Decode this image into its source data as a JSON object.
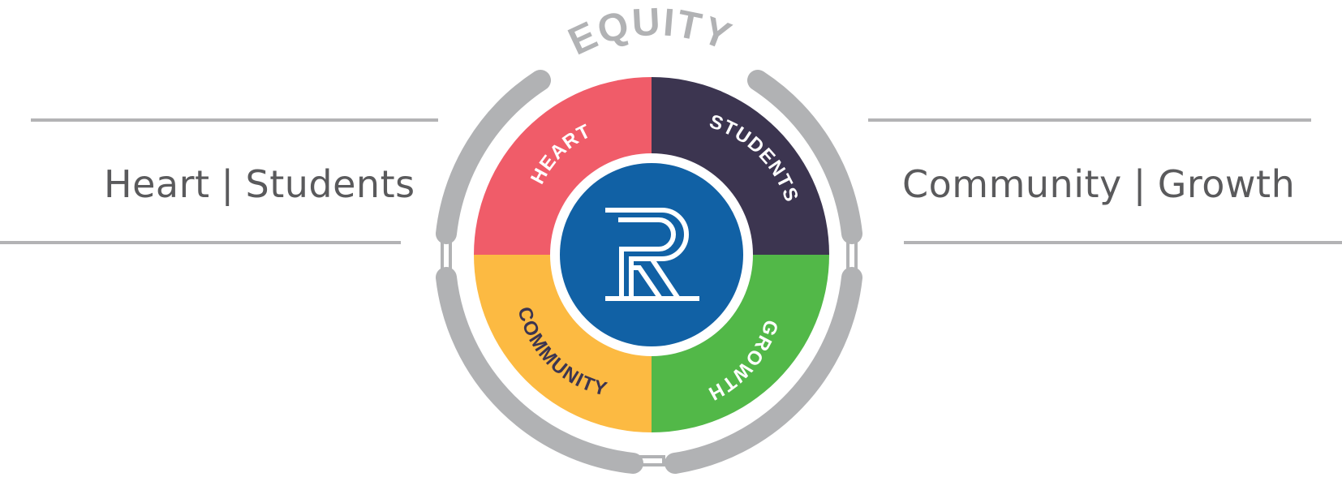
{
  "left_caption": {
    "first": "Heart",
    "separator": "|",
    "second": "Students"
  },
  "right_caption": {
    "first": "Community",
    "separator": "|",
    "second": "Growth"
  },
  "ring_label": "EQUITY",
  "segments": [
    {
      "label": "HEART",
      "color": "#f05c69",
      "text_color": "#ffffff"
    },
    {
      "label": "STUDENTS",
      "color": "#3c3550",
      "text_color": "#ffffff"
    },
    {
      "label": "GROWTH",
      "color": "#52b848",
      "text_color": "#ffffff"
    },
    {
      "label": "COMMUNITY",
      "color": "#fcba42",
      "text_color": "#3c3550"
    }
  ],
  "center_logo": {
    "letter": "R",
    "color": "#1161a5"
  },
  "ring_color": "#b1b2b4",
  "rule_color": "#b3b3b5"
}
